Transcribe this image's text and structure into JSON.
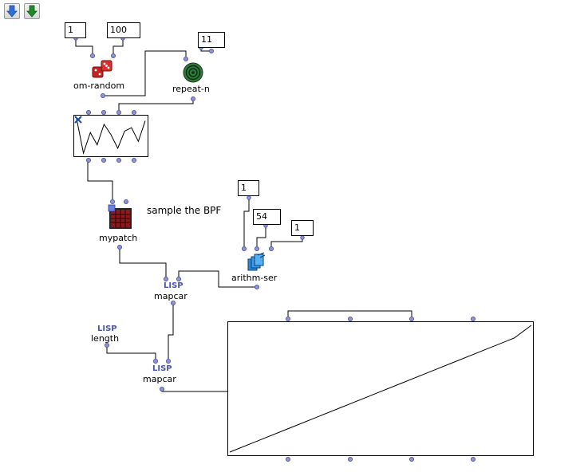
{
  "toolbar": {
    "buttons": [
      {
        "icon": "arrow-down-blue-icon",
        "color": "#2f6fd6"
      },
      {
        "icon": "arrow-down-green-icon",
        "color": "#1f8a2a"
      }
    ]
  },
  "numbers": {
    "random_min": "1",
    "random_max": "100",
    "repeat_count": "11",
    "series_start": "1",
    "series_end": "54",
    "series_step": "1"
  },
  "boxes": {
    "om_random": "om-random",
    "repeat_n": "repeat-n",
    "mypatch": "mypatch",
    "arithm_ser": "arithm-ser",
    "mapcar_1": "mapcar",
    "mapcar_2": "mapcar",
    "length": "length",
    "lisp_tag": "LISP"
  },
  "comment": "sample the BPF",
  "colors": {
    "inlet": "#8f93d6",
    "inlet_stroke": "#4a4f9a",
    "lisp_text": "#4a55a8",
    "patch_red": "#8b1a1a"
  },
  "chart_data": [
    {
      "type": "line",
      "x": [
        0,
        1,
        2,
        3,
        4,
        5,
        6,
        7,
        8,
        9,
        10
      ],
      "y": [
        78,
        28,
        58,
        40,
        70,
        55,
        35,
        60,
        65,
        45,
        75
      ],
      "title": "",
      "xlabel": "",
      "ylabel": ""
    },
    {
      "type": "line",
      "x": [
        0,
        5,
        10,
        15,
        20,
        25,
        30,
        35,
        40,
        45,
        50,
        53
      ],
      "y": [
        0,
        9,
        18,
        27,
        36,
        45,
        54,
        63,
        72,
        81,
        90,
        100
      ],
      "title": "",
      "xlabel": "",
      "ylabel": ""
    }
  ]
}
